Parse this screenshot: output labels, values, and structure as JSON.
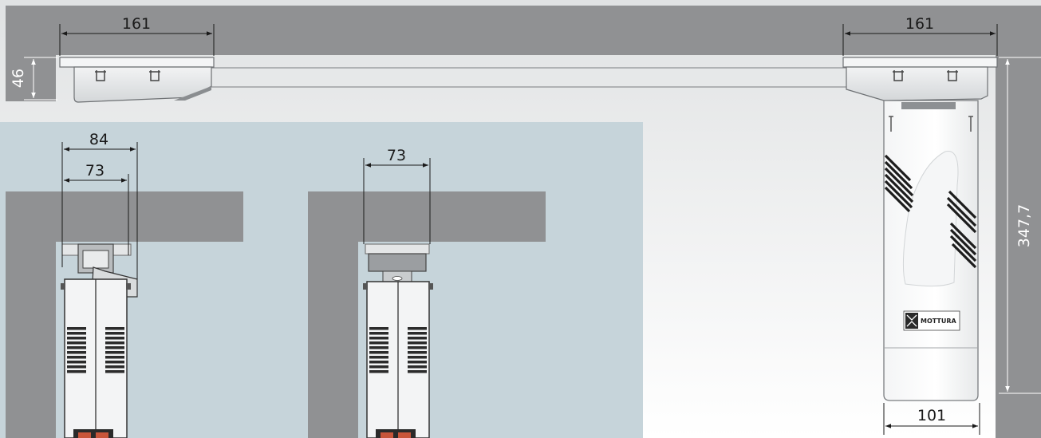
{
  "dimensions": {
    "top_left_width": "161",
    "top_right_width": "161",
    "rail_height": "46",
    "left_view_outer": "84",
    "left_view_inner": "73",
    "middle_view_width": "73",
    "body_length": "347,7",
    "body_width": "101"
  },
  "logo": {
    "text": "MOTTURA"
  },
  "colors": {
    "backdrop_gray": "#909193",
    "ceiling_gray": "#a3a4a6",
    "panel_blue": "#c6d4da",
    "metal_light": "#dfe1e2"
  }
}
